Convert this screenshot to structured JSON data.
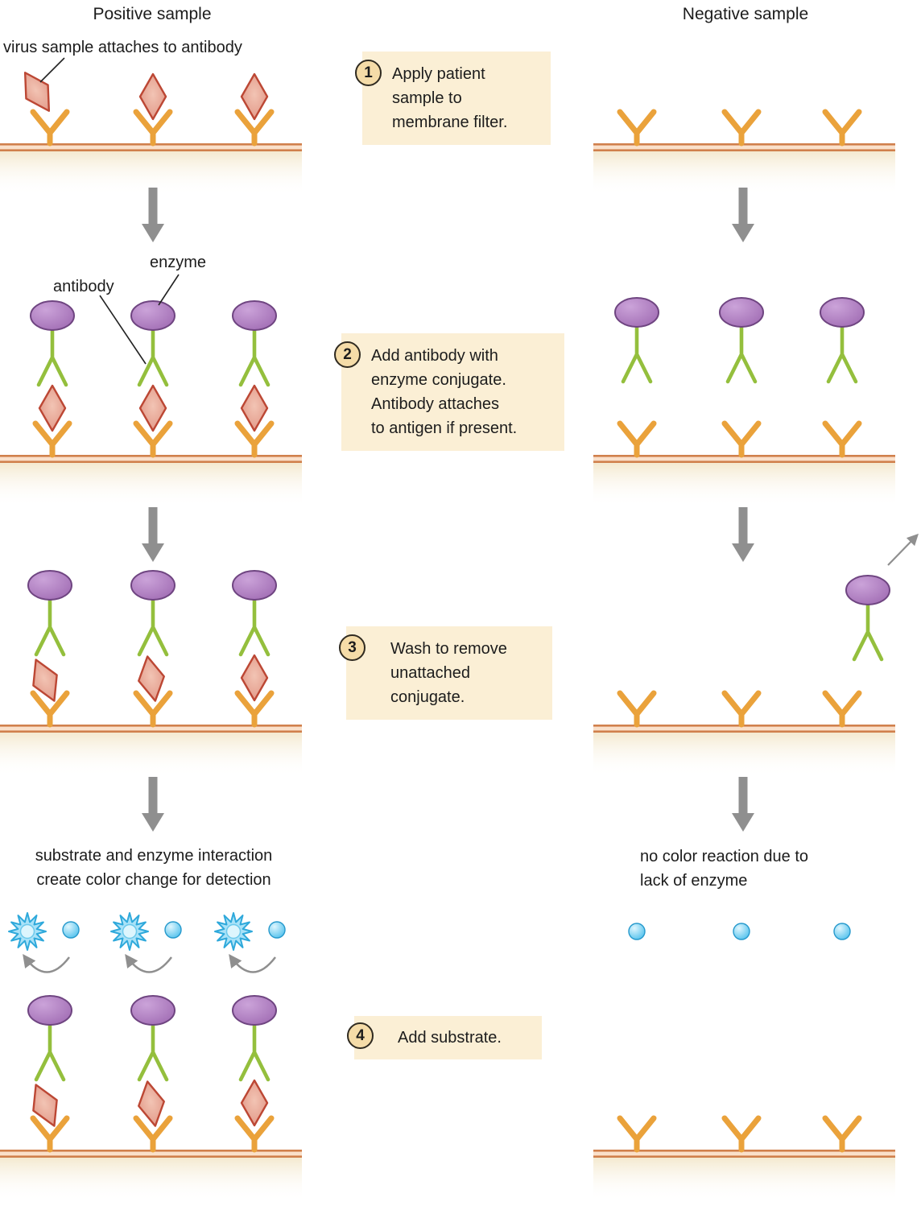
{
  "titles": {
    "positive": "Positive sample",
    "negative": "Negative sample"
  },
  "annotations": {
    "virus_label": "virus sample attaches to antibody",
    "enzyme_label": "enzyme",
    "antibody_label": "antibody",
    "positive_result": "substrate and enzyme interaction\ncreate color change for detection",
    "negative_result": "no color reaction due to\nlack of enzyme"
  },
  "steps": [
    {
      "number": "1",
      "text": "Apply patient\nsample to\nmembrane filter."
    },
    {
      "number": "2",
      "text": "Add antibody with\nenzyme conjugate.\nAntibody attaches\nto antigen if present."
    },
    {
      "number": "3",
      "text": "Wash to remove\nunattached\nconjugate."
    },
    {
      "number": "4",
      "text": "Add substrate."
    }
  ],
  "icons": {
    "capture-antibody-icon": "orange Y-shaped antibody on membrane",
    "virus-antigen-icon": "red diamond virus antigen",
    "enzyme-icon": "purple oval enzyme",
    "detection-antibody-icon": "green Y-shaped antibody",
    "flow-arrow-icon": "thick gray downward arrow",
    "substrate-ball-icon": "blue sphere substrate",
    "product-burst-icon": "blue starburst colored product",
    "reaction-arrow-icon": "curved gray arrow",
    "wash-away-arrow-icon": "thin gray arrow pointing away",
    "pointer-line": "thin black label pointer line"
  },
  "colors": {
    "step_box_bg": "#FBEFD5",
    "step_number_bg": "#F5DCA8",
    "membrane_line": "#D0804C",
    "membrane_fill": "#FAE0CA",
    "capture_antibody_orange": "#EAA23B",
    "antigen_fill": "#E8A090",
    "antigen_stroke": "#BC4734",
    "enzyme_purple": "#A873B8",
    "enzyme_stroke": "#6F4581",
    "detection_antibody_green": "#94BF3D",
    "arrow_gray": "#8F8F8F",
    "substrate_blue": "#3BB9EA"
  }
}
